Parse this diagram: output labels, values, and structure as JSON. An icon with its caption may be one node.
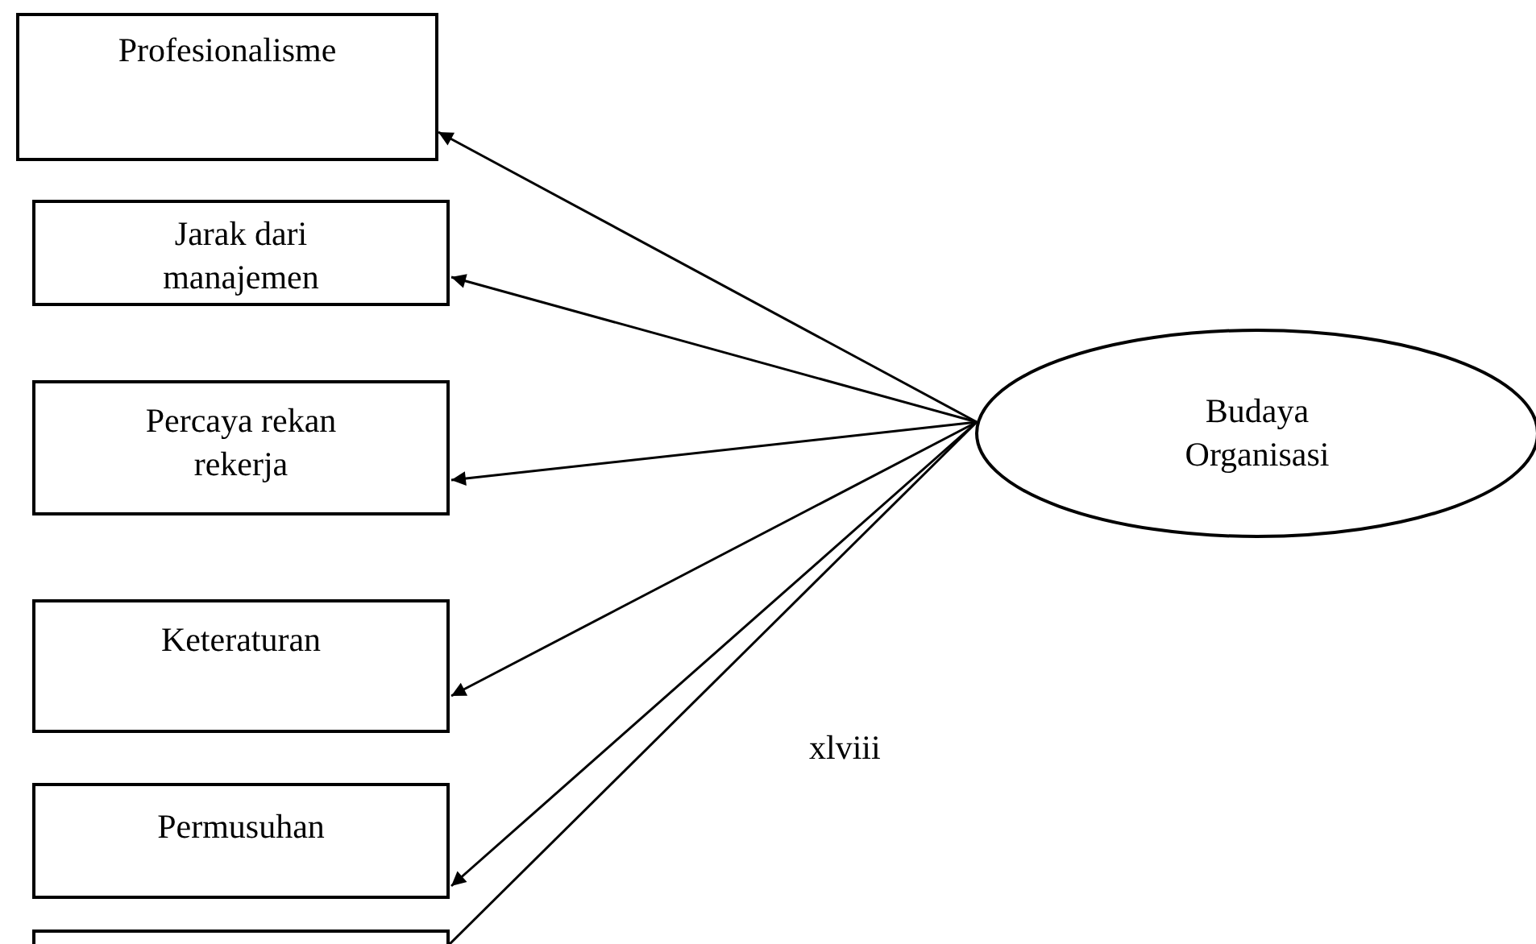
{
  "diagram": {
    "nodes": [
      {
        "text": [
          "Profesionalisme"
        ]
      },
      {
        "text": [
          "Jarak dari manajemen"
        ]
      },
      {
        "text": [
          "Percaya rekan rekerja"
        ]
      },
      {
        "text": [
          "Keteraturan"
        ]
      },
      {
        "text": [
          "Permusuhan"
        ]
      },
      {
        "text": [],
        "shape": "box"
      },
      {
        "text": [
          "Budaya Organisasi"
        ]
      }
    ],
    "edges": [
      {
        "from": 6,
        "to": 0,
        "arrow": "to"
      },
      {
        "from": 6,
        "to": 1,
        "arrow": "to"
      },
      {
        "from": 6,
        "to": 2,
        "arrow": "to"
      },
      {
        "from": 6,
        "to": 3,
        "arrow": "to"
      },
      {
        "from": 6,
        "to": 4,
        "arrow": "to"
      },
      {
        "from": 6,
        "to": 5,
        "arrow": "none"
      }
    ],
    "labels": [
      "xlviii"
    ]
  }
}
